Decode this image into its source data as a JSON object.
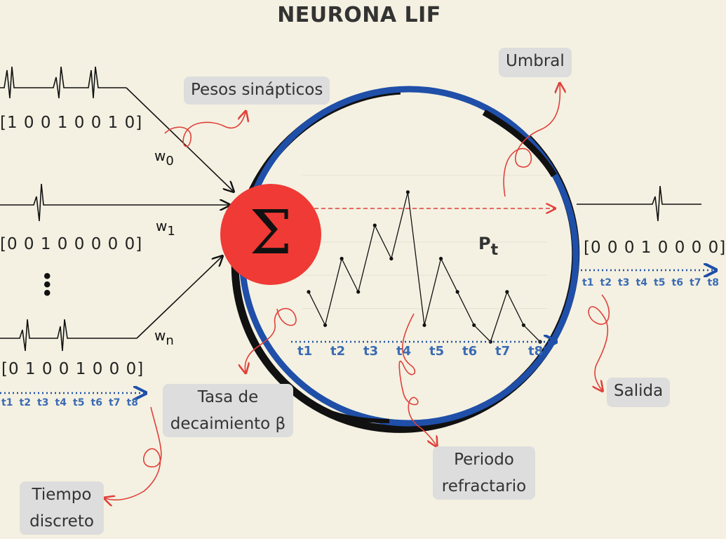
{
  "title": "NEURONA LIF",
  "annotations": {
    "pesos": "Pesos sinápticos",
    "umbral": "Umbral",
    "tasa_line1": "Tasa de",
    "tasa_line2": "decaimiento β",
    "salida": "Salida",
    "periodo_line1": "Periodo",
    "periodo_line2": "refractario",
    "tiempo_line1": "Tiempo",
    "tiempo_line2": "discreto"
  },
  "inputs": {
    "seq0": "[1 0 0  1 0 0  1 0]",
    "seq1": "[0 0  1  0 0 0 0 0]",
    "seqn": "[0  1  0 0  1  0 0 0]",
    "w0": "w",
    "w0_sub": "0",
    "w1": "w",
    "w1_sub": "1",
    "wn": "w",
    "wn_sub": "n"
  },
  "output": {
    "seq": "[0 0 0  1  0 0 0 0]"
  },
  "potential": {
    "label": "P",
    "label_sub": "t"
  },
  "sigma_symbol": "Σ",
  "time_ticks": [
    "t1",
    "t2",
    "t3",
    "t4",
    "t5",
    "t6",
    "t7",
    "t8"
  ],
  "colors": {
    "background": "#f4f1e2",
    "sigma": "#f03a35",
    "ring": "#1f4fa8",
    "arrow": "#e0403a",
    "ticks": "#3b6bb4"
  },
  "chart_data": {
    "type": "line",
    "series": [
      {
        "values": [
          3,
          1,
          5,
          3,
          7,
          5,
          9,
          1,
          5,
          3,
          1,
          0,
          3,
          1,
          0
        ]
      }
    ],
    "threshold": 8,
    "ylim": [
      0,
      10
    ]
  }
}
